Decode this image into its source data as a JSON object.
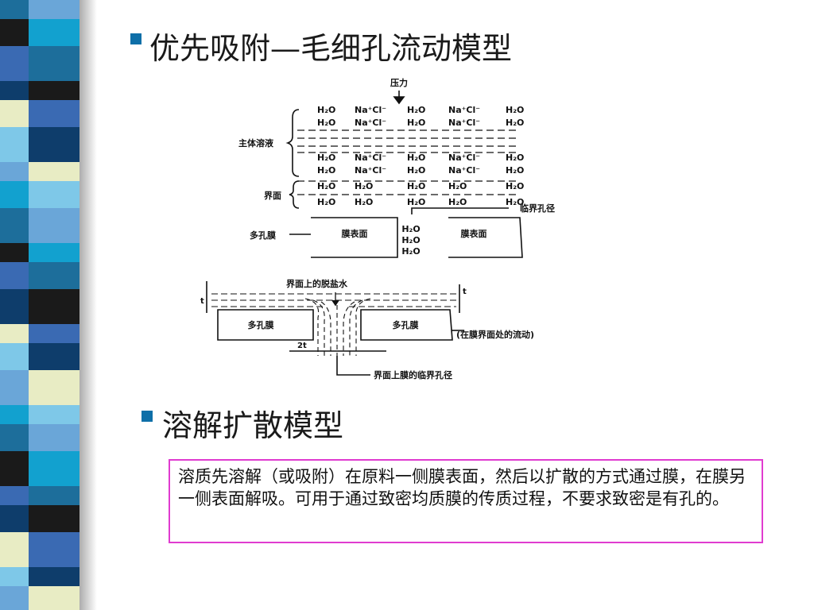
{
  "colors": {
    "bullet": "#0e6fa8",
    "box_border": "#e03bd0",
    "strip": [
      "#1d6e9b",
      "#0e3d6b",
      "#6aa6d8",
      "#1a1a1a",
      "#e8ecc4",
      "#12a1cf",
      "#3a6ab3",
      "#7ec8e8"
    ]
  },
  "sections": {
    "title1": "优先吸附—毛细孔流动模型",
    "title2": "溶解扩散模型"
  },
  "description": {
    "text": "溶质先溶解（或吸附）在原料一侧膜表面，然后以扩散的方式通过膜，在膜另一侧表面解吸。可用于通过致密均质膜的传质过程，不要求致密是有孔的。"
  },
  "diagram": {
    "pressure": "压力",
    "bulk_solution": "主体溶液",
    "interface": "界面",
    "porous_membrane": "多孔膜",
    "membrane_surface_left": "膜表面",
    "membrane_surface_right": "膜表面",
    "critical_pore": "临界孔径",
    "pore_water": [
      "H₂O",
      "H₂O",
      "H₂O"
    ],
    "desalted_water": "界面上的脱盐水",
    "porous_membrane_left": "多孔膜",
    "porous_membrane_right": "多孔膜",
    "flow_note": "(在膜界面处的流动)",
    "critical_pore_bottom": "界面上膜的临界孔径",
    "dim_t": "t",
    "dim_2t": "2t",
    "rows": [
      [
        "H₂O",
        "Na⁺Cl⁻",
        "H₂O",
        "Na⁺Cl⁻",
        "H₂O"
      ],
      [
        "H₂O",
        "Na⁺Cl⁻",
        "H₂O",
        "Na⁺Cl⁻",
        "H₂O"
      ],
      [
        "H₂O",
        "Na⁺Cl⁻",
        "H₂O",
        "Na⁺Cl⁻",
        "H₂O"
      ],
      [
        "H₂O",
        "Na⁺Cl⁻",
        "H₂O",
        "Na⁺Cl⁻",
        "H₂O"
      ],
      [
        "H₂O",
        "H₂O",
        "H₂O",
        "H₂O",
        "H₂O"
      ],
      [
        "H₂O",
        "H₂O",
        "H₂O",
        "H₂O",
        "H₂O"
      ]
    ]
  }
}
